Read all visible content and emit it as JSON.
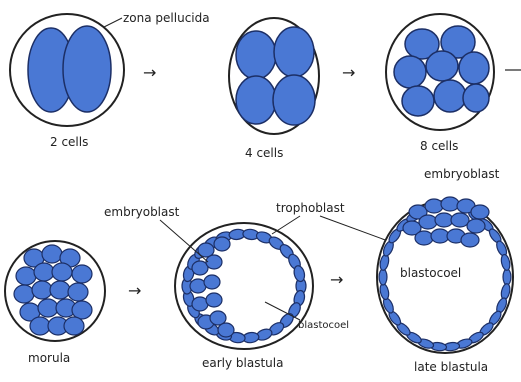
{
  "labels": {
    "zona_pellucida": "zona pellucida",
    "two_cells": "2 cells",
    "four_cells": "4 cells",
    "eight_cells": "8 cells",
    "embryoblast_early": "embryoblast",
    "trophoblast": "trophoblast",
    "embryoblast_late": "embryoblast",
    "blastocoel_late": "blastocoel",
    "blastocoel_early": "blastocoel",
    "morula": "morula",
    "early_blastula": "early blastula",
    "late_blastula": "late blastula"
  },
  "colors": {
    "cell_fill": "#4a78d4",
    "cell_stroke": "#1c2f66",
    "outline": "#222222",
    "background": "#ffffff"
  }
}
